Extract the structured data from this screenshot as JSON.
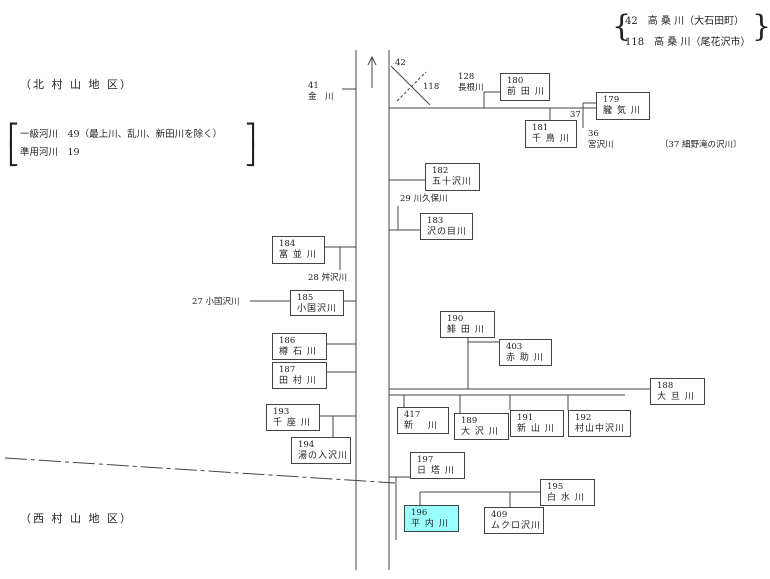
{
  "colors": {
    "line": "#444444",
    "highlight": "#99ffff"
  },
  "legend": {
    "row1": "42　高 桑 川（大石田町）",
    "row2": "118　高 桑 川（尾花沢市）"
  },
  "regions": {
    "north": "（北 村 山 地 区）",
    "west": "（西 村 山 地 区）"
  },
  "counts": {
    "class1": "一級河川　49（最上川、乱川、新田川を除く）",
    "quasi": "準用河川　19"
  },
  "labels": {
    "r41_num": "41",
    "r41_name": "金　川",
    "r42": "42",
    "r118": "118",
    "r128_num": "128",
    "r128_name": "長根川",
    "r37": "37",
    "r36_num": "36",
    "r36_name": "宮沢川",
    "r37_note": "〔37 細野滝の沢川〕",
    "r29": "29 川久保川",
    "r28": "28 舛沢川",
    "r27": "27 小国沢川"
  },
  "rivers": [
    {
      "num": "180",
      "name": "前 田 川",
      "hl": false
    },
    {
      "num": "179",
      "name": "朧 気 川",
      "hl": false
    },
    {
      "num": "181",
      "name": "千 鳥 川",
      "hl": false
    },
    {
      "num": "182",
      "name": "五十沢川",
      "hl": false
    },
    {
      "num": "183",
      "name": "沢の目川",
      "hl": false
    },
    {
      "num": "184",
      "name": "富 並 川",
      "hl": false
    },
    {
      "num": "185",
      "name": "小国沢川",
      "hl": false
    },
    {
      "num": "186",
      "name": "樽 石 川",
      "hl": false
    },
    {
      "num": "187",
      "name": "田 村 川",
      "hl": false
    },
    {
      "num": "193",
      "name": "千 座 川",
      "hl": false
    },
    {
      "num": "194",
      "name": "湯の入沢川",
      "hl": false
    },
    {
      "num": "190",
      "name": "鯡 田 川",
      "hl": false
    },
    {
      "num": "403",
      "name": "赤 助 川",
      "hl": false
    },
    {
      "num": "188",
      "name": "大 旦 川",
      "hl": false
    },
    {
      "num": "417",
      "name": "新　 川",
      "hl": false
    },
    {
      "num": "189",
      "name": "大 沢 川",
      "hl": false
    },
    {
      "num": "191",
      "name": "新 山 川",
      "hl": false
    },
    {
      "num": "192",
      "name": "村山中沢川",
      "hl": false
    },
    {
      "num": "197",
      "name": "日 塔 川",
      "hl": false
    },
    {
      "num": "195",
      "name": "白 水 川",
      "hl": false
    },
    {
      "num": "196",
      "name": "平 内 川",
      "hl": true
    },
    {
      "num": "409",
      "name": "ムクロ沢川",
      "hl": false
    }
  ]
}
